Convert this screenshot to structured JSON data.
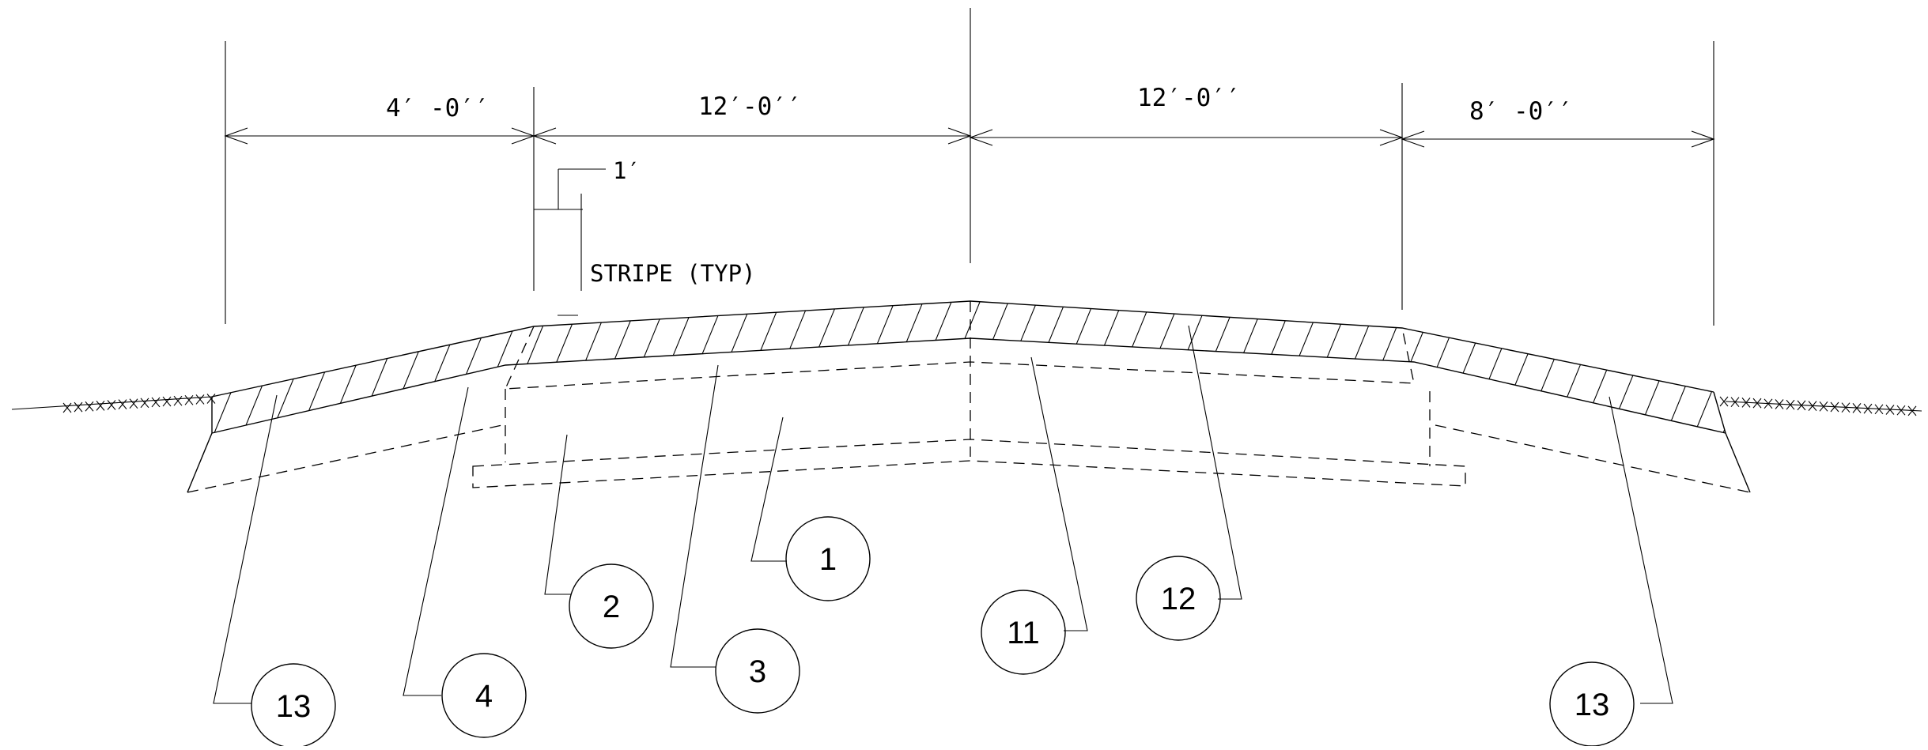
{
  "dimensions": {
    "left_shoulder": "4′ -0′′",
    "left_lane": "12′-0′′",
    "right_lane": "12′-0′′",
    "right_shoulder": "8′ -0′′"
  },
  "stripe": {
    "width_label": "1′",
    "note": "STRIPE (TYP)"
  },
  "callouts": {
    "c1": "1",
    "c2": "2",
    "c3": "3",
    "c4": "4",
    "c11": "11",
    "c12": "12",
    "c13_left": "13",
    "c13_right": "13"
  }
}
